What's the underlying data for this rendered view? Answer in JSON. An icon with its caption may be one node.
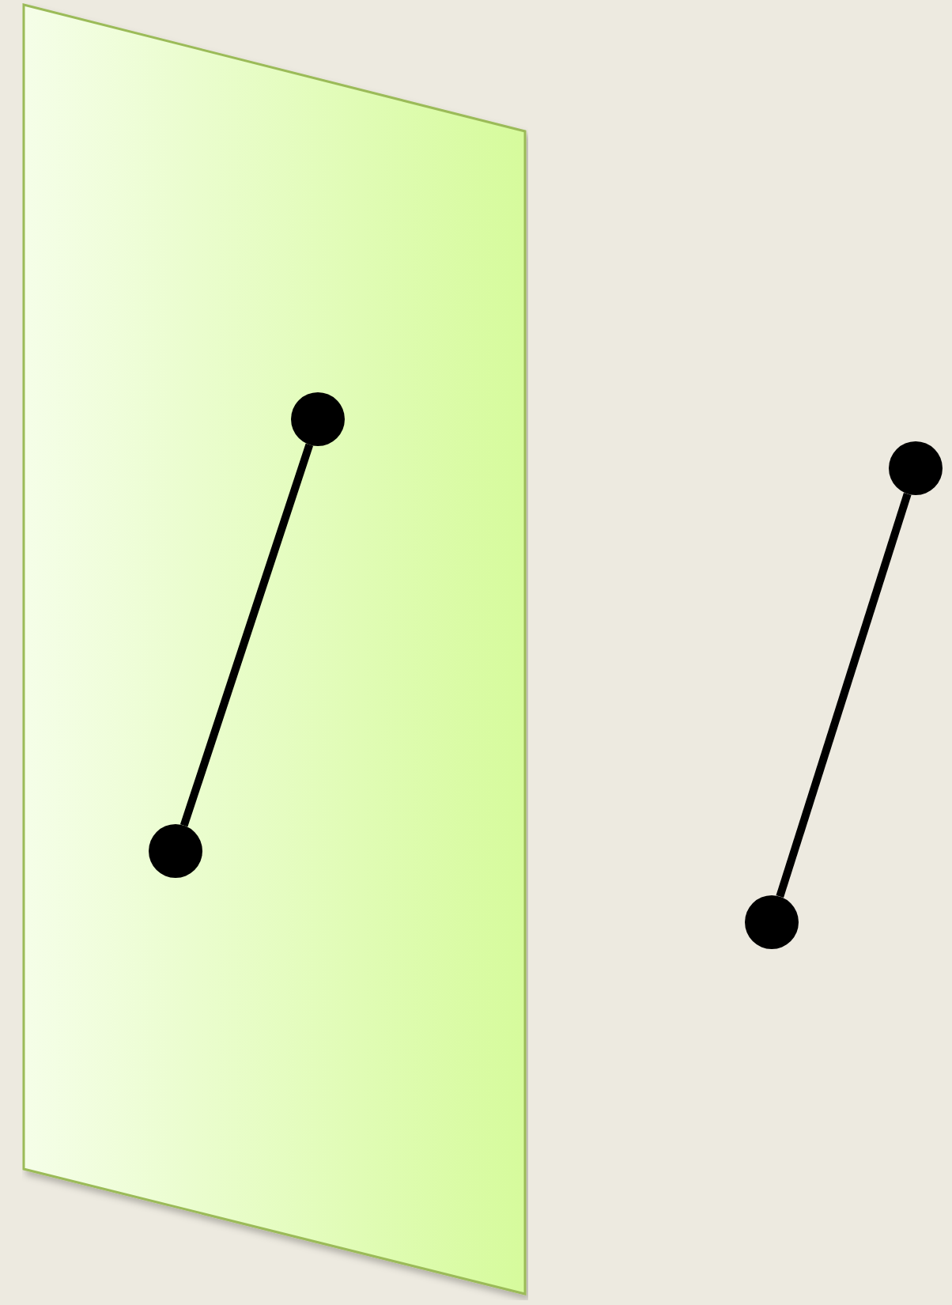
{
  "diagram": {
    "nodes": [
      {
        "text": [],
        "shape": "parallelogram"
      },
      {
        "text": [],
        "shape": "circle",
        "in": 0
      },
      {
        "text": [],
        "shape": "circle",
        "in": 0
      },
      {
        "text": [],
        "shape": "circle"
      },
      {
        "text": [],
        "shape": "circle"
      }
    ],
    "edges": [
      {
        "from": 1,
        "to": 2,
        "arrow": "none"
      },
      {
        "from": 3,
        "to": 4,
        "arrow": "none"
      }
    ]
  }
}
